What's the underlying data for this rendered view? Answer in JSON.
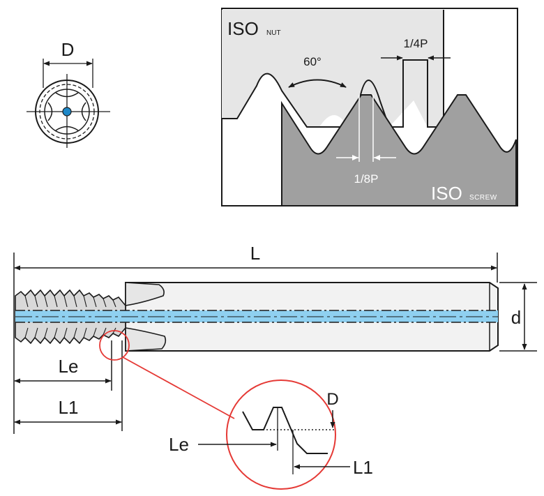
{
  "end_view": {
    "dim_label": "D"
  },
  "thread_profile": {
    "nut_title": "ISO",
    "nut_subscript": "NUT",
    "screw_title": "ISO",
    "screw_subscript": "SCREW",
    "angle_label": "60°",
    "crest_label": "1/4P",
    "root_label": "1/8P"
  },
  "tool_view": {
    "length_label": "L",
    "shank_label": "d",
    "le_label": "Le",
    "l1_label": "L1"
  },
  "detail_view": {
    "dim_label": "D",
    "le_label": "Le",
    "l1_label": "L1"
  },
  "colors": {
    "nut_fill": "#e6e6e6",
    "screw_fill": "#a0a0a0",
    "coolant": "#8fd0f0",
    "highlight_red": "#e53935",
    "coolant_hole": "#1e88c8",
    "line": "#1a1a1a"
  }
}
